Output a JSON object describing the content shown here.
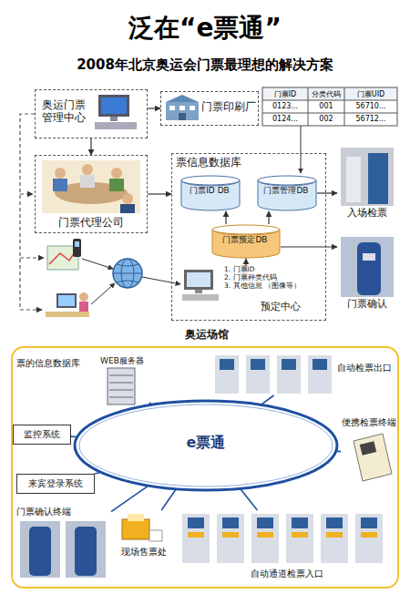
{
  "diagram": {
    "title": "泛在“e票通”",
    "nodes": [
      {
        "text": [
          "奥运门票 管理中心"
        ]
      },
      {
        "text": [
          "门票印刷厂"
        ]
      },
      {
        "text": [
          "门票代理公司"
        ]
      },
      {
        "text": [
          "票信息数据库"
        ]
      },
      {
        "text": [
          "门票ID DB"
        ],
        "in": 3
      },
      {
        "text": [
          "门票管理DB"
        ],
        "in": 3
      },
      {
        "text": [
          "门票预定DB"
        ],
        "in": 3
      },
      {
        "text": [
          "1. 门票ID",
          "2. 门票种类代码",
          "3. 其他信息 （图像等）",
          "预定中心"
        ],
        "in": 3
      },
      {
        "text": [
          "入场检票"
        ]
      },
      {
        "text": [
          "门票确认"
        ]
      },
      {
        "text": [
          "奥运场馆"
        ]
      },
      {
        "text": [
          "票的信息数据库"
        ],
        "in": 10
      },
      {
        "text": [
          "WEB服务器"
        ],
        "in": 10
      },
      {
        "text": [
          "e票通"
        ],
        "in": 10
      },
      {
        "text": [
          "监控系统"
        ],
        "in": 10
      },
      {
        "text": [
          "来宾登录系统"
        ],
        "in": 10
      },
      {
        "text": [
          "门票确认终端"
        ],
        "in": 10
      },
      {
        "text": [
          "现场售票处"
        ],
        "in": 10
      },
      {
        "text": [
          "自动检票出口"
        ],
        "in": 10
      },
      {
        "text": [
          "便携检票终端"
        ],
        "in": 10
      },
      {
        "text": [
          "自动通道检票入口"
        ],
        "in": 10
      }
    ],
    "edges": [
      {
        "from": 0,
        "to": 1,
        "arrow": "to"
      },
      {
        "from": 0,
        "to": 2,
        "arrow": "to"
      },
      {
        "from": 2,
        "to": 3,
        "arrow": "to"
      },
      {
        "from": 6,
        "to": 4,
        "arrow": "to"
      },
      {
        "from": 6,
        "to": 5,
        "arrow": "to"
      },
      {
        "from": 7,
        "to": 6,
        "arrow": "to"
      },
      {
        "from": 5,
        "to": 8,
        "arrow": "to"
      },
      {
        "from": 6,
        "to": 9,
        "arrow": "to"
      },
      {
        "from": 12,
        "to": 13,
        "arrow": "none"
      },
      {
        "from": 14,
        "to": 13,
        "arrow": "none"
      },
      {
        "from": 15,
        "to": 13,
        "arrow": "none"
      },
      {
        "from": 16,
        "to": 13,
        "arrow": "none"
      },
      {
        "from": 17,
        "to": 13,
        "arrow": "none"
      },
      {
        "from": 18,
        "to": 13,
        "arrow": "none"
      },
      {
        "from": 19,
        "to": 13,
        "arrow": "none"
      },
      {
        "from": 20,
        "to": 13,
        "arrow": "none"
      }
    ],
    "labels": [
      "2008年北京奥运会门票最理想的解决方案",
      "门票ID",
      "分类代码",
      "门票UID",
      "0123...",
      "001",
      "56710...",
      "0124...",
      "002",
      "56712..."
    ]
  }
}
